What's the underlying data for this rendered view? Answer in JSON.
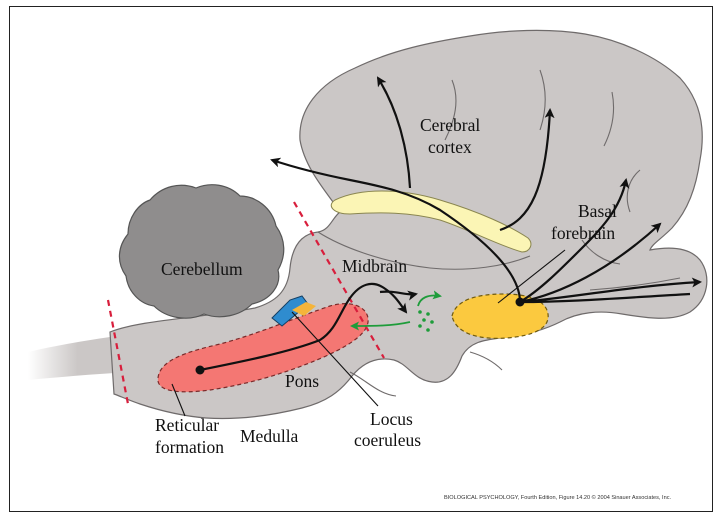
{
  "labels": {
    "cerebral_line1": "Cerebral",
    "cerebral_line2": "cortex",
    "basal_line1": "Basal",
    "basal_line2": "forebrain",
    "cerebellum": "Cerebellum",
    "midbrain": "Midbrain",
    "pons": "Pons",
    "locus_line1": "Locus",
    "locus_line2": "coeruleus",
    "reticular_line1": "Reticular",
    "reticular_line2": "formation",
    "medulla": "Medulla"
  },
  "credit": "BIOLOGICAL PSYCHOLOGY, Fourth Edition, Figure 14.20  © 2004 Sinauer Associates, Inc.",
  "colors": {
    "brain_fill": "#cbc7c6",
    "cerebellum_fill": "#8f8d8d",
    "pale_yellow": "#fbf5b5",
    "basal_forebrain": "#fbc93f",
    "reticular": "#f47773",
    "locus": "#2f8ccf",
    "green_path": "#1e9c3a",
    "divider": "#d81e3c"
  }
}
